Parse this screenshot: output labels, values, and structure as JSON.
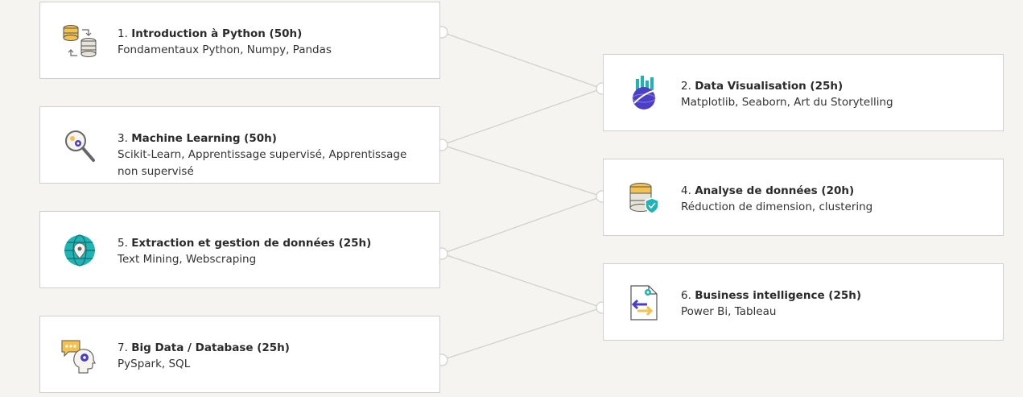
{
  "modules": [
    {
      "number": "1.",
      "title": "Introduction à Python (50h)",
      "description": "Fondamentaux Python, Numpy, Pandas",
      "icon": "database-sync-icon"
    },
    {
      "number": "2.",
      "title": "Data Visualisation (25h)",
      "description": "Matplotlib, Seaborn, Art du Storytelling",
      "icon": "globe-chart-icon"
    },
    {
      "number": "3.",
      "title": "Machine Learning (50h)",
      "description": "Scikit-Learn, Apprentissage supervisé, Apprentissage non supervisé",
      "icon": "magnifier-gear-icon"
    },
    {
      "number": "4.",
      "title": "Analyse de données (20h)",
      "description": "Réduction de dimension, clustering",
      "icon": "database-shield-icon"
    },
    {
      "number": "5.",
      "title": "Extraction et gestion de données (25h)",
      "description": "Text Mining, Webscraping",
      "icon": "globe-pin-icon"
    },
    {
      "number": "6.",
      "title": "Business intelligence (25h)",
      "description": "Power Bi, Tableau",
      "icon": "document-transfer-icon"
    },
    {
      "number": "7.",
      "title": "Big Data / Database (25h)",
      "description": "PySpark, SQL",
      "icon": "chat-head-gear-icon"
    }
  ],
  "colors": {
    "background": "#f5f4f0",
    "card": "#ffffff",
    "border": "#cfcfcf",
    "connector": "#cfcfcf",
    "accent_teal": "#1fb3b3",
    "accent_yellow": "#f2c14e",
    "accent_purple": "#4b3fc6"
  }
}
